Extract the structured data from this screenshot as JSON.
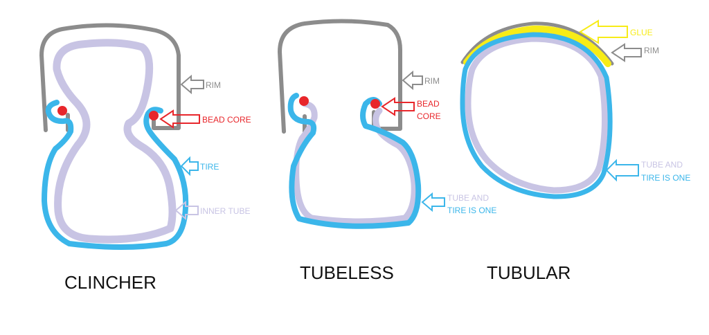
{
  "colors": {
    "rim": "#8c8c8c",
    "tire": "#3bb6ea",
    "tube": "#c8c4e4",
    "bead": "#e8262b",
    "glue": "#f7ec17",
    "title": "#111111"
  },
  "clincher": {
    "title": "CLINCHER",
    "rim_label": "RIM",
    "bead_label": "BEAD CORE",
    "tire_label": "TIRE",
    "tube_label": "INNER TUBE"
  },
  "tubeless": {
    "title": "TUBELESS",
    "rim_label": "RIM",
    "bead_label_line1": "BEAD",
    "bead_label_line2": "CORE",
    "combo_label_line1": "TUBE AND",
    "combo_label_line2": "TIRE IS ONE"
  },
  "tubular": {
    "title": "TUBULAR",
    "glue_label": "GLUE",
    "rim_label": "RIM",
    "combo_label_line1": "TUBE AND",
    "combo_label_line2": "TIRE IS ONE"
  }
}
